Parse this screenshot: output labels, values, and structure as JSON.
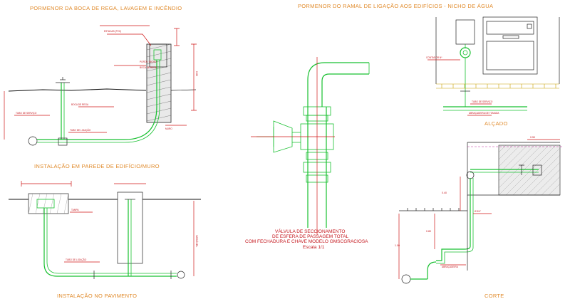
{
  "titles": {
    "boca_rega": "PORMENOR DA BOCA DE REGA, LAVAGEM E INCÊNDIO",
    "ramal": "PORMENOR DO RAMAL DE LIGAÇÃO AOS EDIFÍCIOS - NICHO DE ÁGUA",
    "parede": "INSTALAÇÃO EM PAREDE DE EDIFÍCIO/MURO",
    "pavimento": "INSTALAÇÃO NO PAVIMENTO",
    "alcado": "ALÇADO",
    "corte": "CORTE"
  },
  "valve_caption": {
    "line1": "VÁLVULA DE SECCIONAMENTO",
    "line2": "DE ESFERA DE PASSAGEM TOTAL",
    "line3": "COM FECHADURA E CHAVE MODELO GMSCGRACIOSA",
    "scale": "Escala 1/1"
  }
}
